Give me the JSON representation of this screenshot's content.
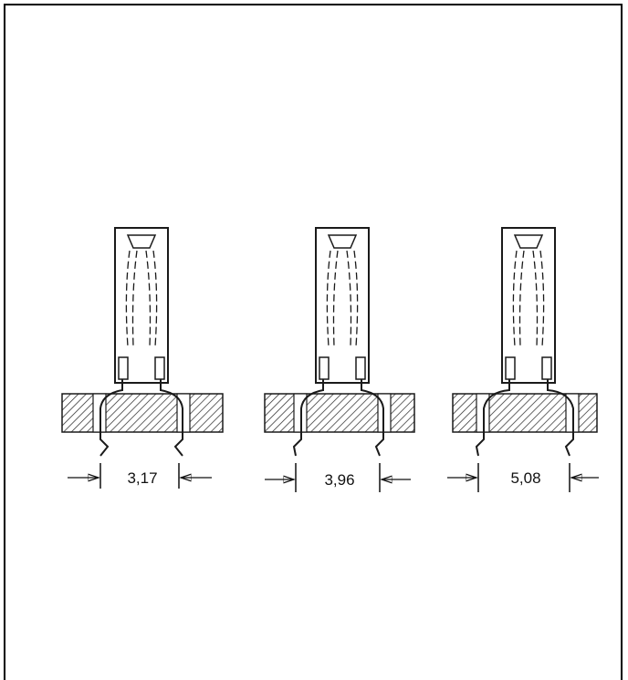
{
  "diagram": {
    "variants": [
      {
        "pitch_label": "3,17"
      },
      {
        "pitch_label": "3,96"
      },
      {
        "pitch_label": "5,08"
      }
    ],
    "colors": {
      "line": "#1a1a1a",
      "background": "#ffffff"
    }
  }
}
